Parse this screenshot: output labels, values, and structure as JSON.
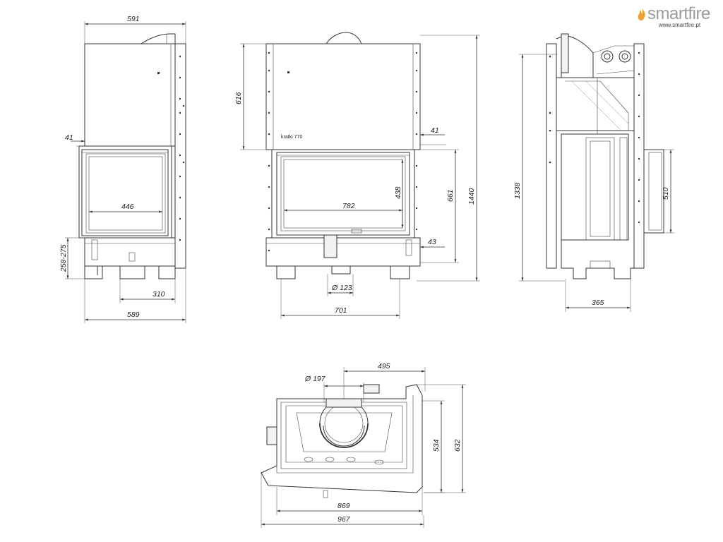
{
  "brand": {
    "name": "smartfire",
    "url": "www.smartfire.pt",
    "accent_color": "#f0a030",
    "text_color": "#9a9a9a",
    "icon": "flame-icon"
  },
  "plate_label": "kratki 770",
  "front_view": {
    "width_top": "591",
    "side_offset": "41",
    "glass_width": "446",
    "leg_height": "258-275",
    "leg_spacing": "310",
    "width_bottom": "589"
  },
  "main_view": {
    "hood_height": "616",
    "side_offset": "41",
    "glass_width": "782",
    "glass_height": "438",
    "door_height": "661",
    "total_height": "1440",
    "bottom_offset": "43",
    "flue_diameter": "Ø 123",
    "leg_spacing": "701"
  },
  "side_view": {
    "total_height": "1338",
    "air_inlet_height": "510",
    "depth": "365"
  },
  "top_view": {
    "flue_diameter": "Ø 197",
    "flue_offset": "495",
    "inner_depth": "534",
    "outer_depth": "632",
    "inner_width": "869",
    "outer_width": "967"
  }
}
